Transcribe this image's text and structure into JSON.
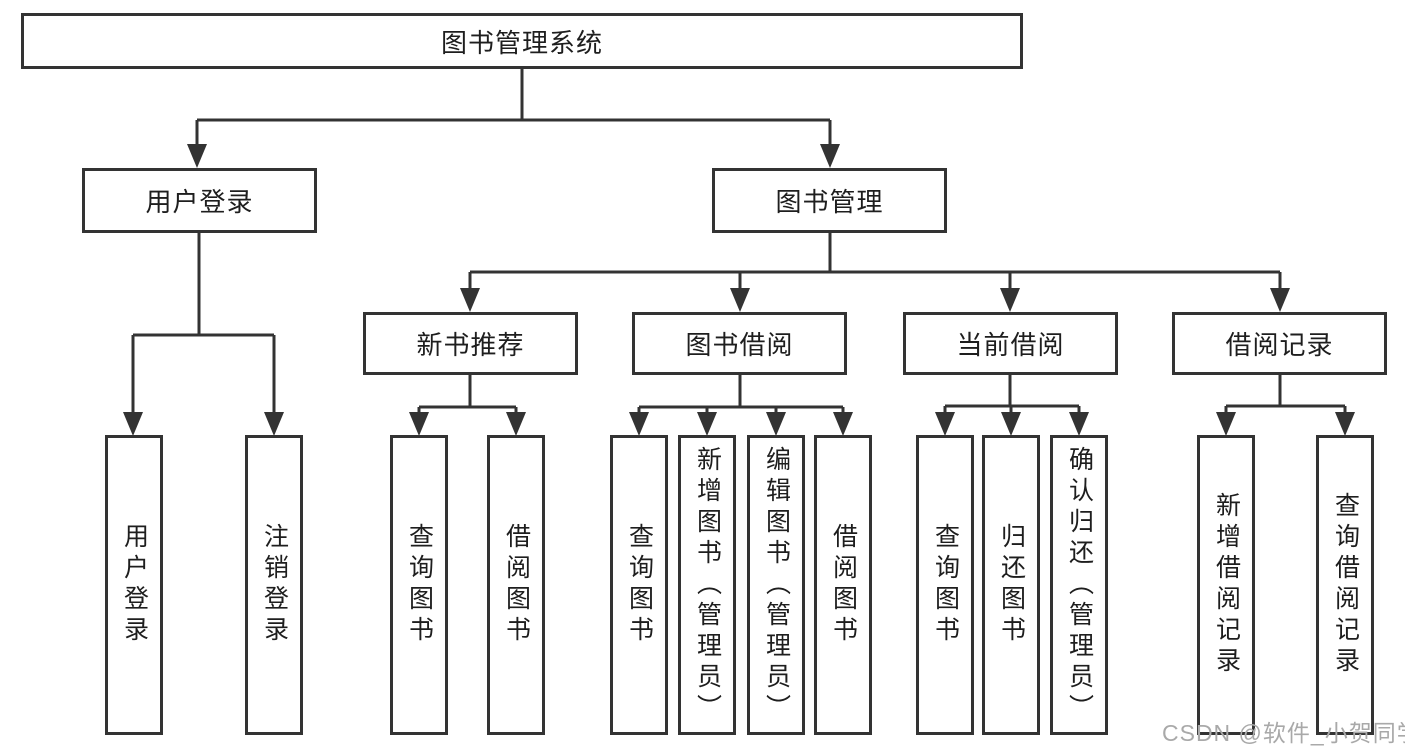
{
  "watermark": "CSDN @软件_小贺同学",
  "colors": {
    "line": "#333333",
    "text": "#1e1e1e",
    "watermark": "#a9a9a9",
    "background": "#ffffff"
  },
  "diagram": {
    "root": {
      "label": "图书管理系统"
    },
    "level2": [
      {
        "label": "用户登录"
      },
      {
        "label": "图书管理"
      }
    ],
    "level3": [
      {
        "label": "新书推荐"
      },
      {
        "label": "图书借阅"
      },
      {
        "label": "当前借阅"
      },
      {
        "label": "借阅记录"
      }
    ],
    "leaves": {
      "user_login": [
        {
          "label": "用户登录"
        },
        {
          "label": "注销登录"
        }
      ],
      "new_books": [
        {
          "label": "查询图书"
        },
        {
          "label": "借阅图书"
        }
      ],
      "book_borrow": [
        {
          "label": "查询图书"
        },
        {
          "label": "新增图书（管理员）"
        },
        {
          "label": "编辑图书（管理员）"
        },
        {
          "label": "借阅图书"
        }
      ],
      "current_borrow": [
        {
          "label": "查询图书"
        },
        {
          "label": "归还图书"
        },
        {
          "label": "确认归还（管理员）"
        }
      ],
      "borrow_records": [
        {
          "label": "新增借阅记录"
        },
        {
          "label": "查询借阅记录"
        }
      ]
    }
  }
}
